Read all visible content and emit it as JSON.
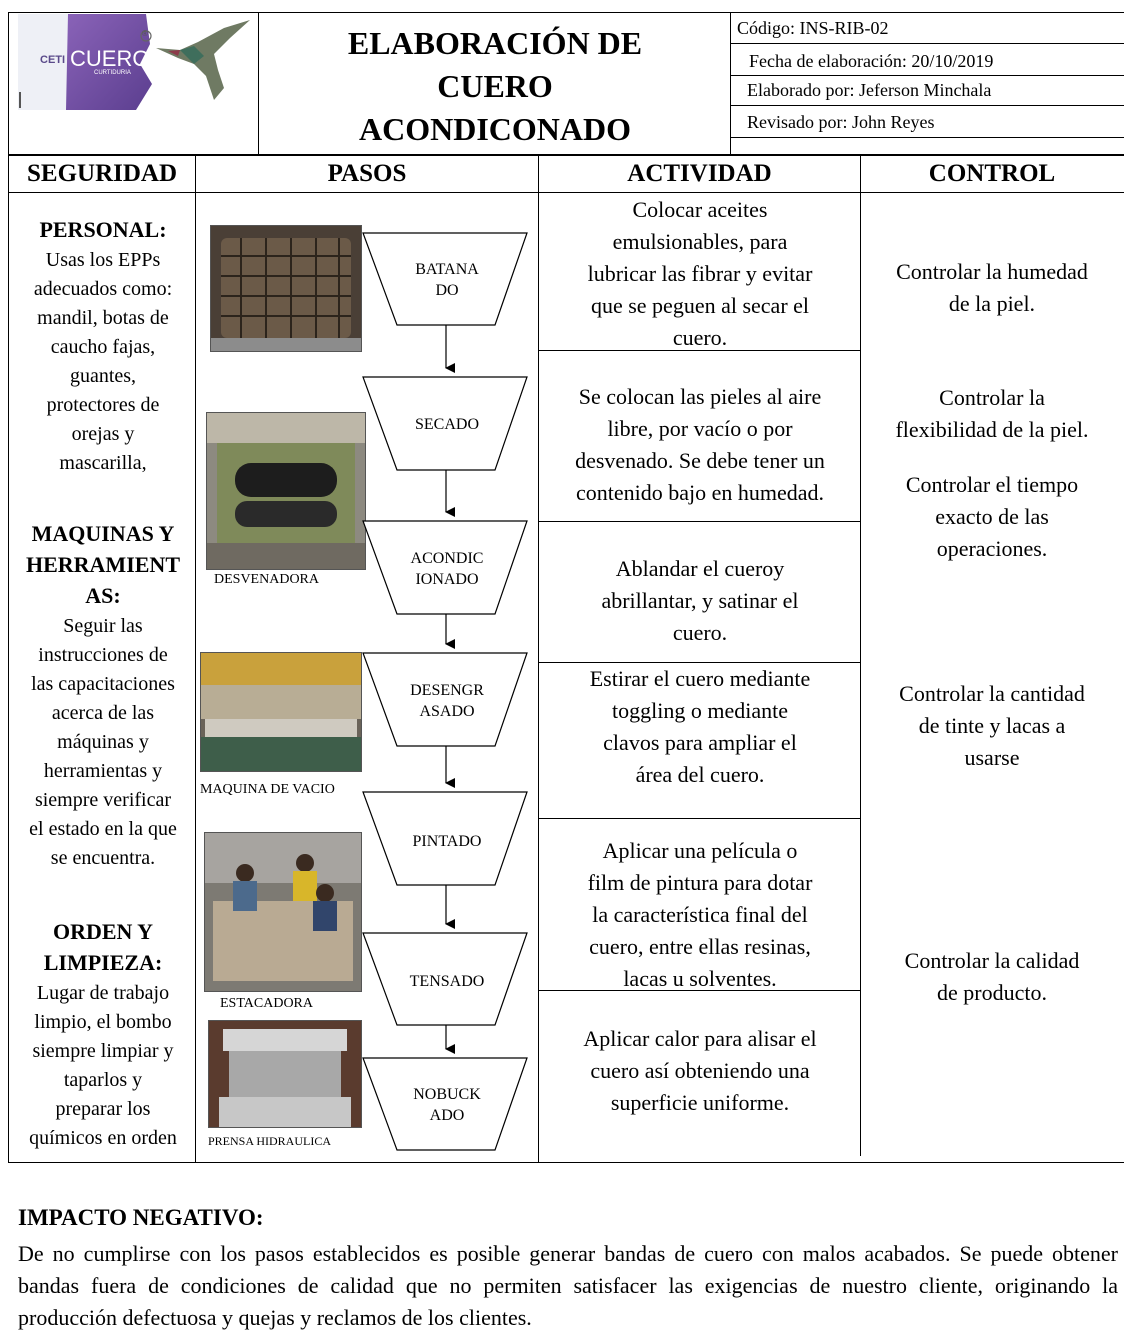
{
  "header": {
    "logo": {
      "brand_prefix": "CETI",
      "brand_main": "CUERO",
      "brand_sub": "CURTIDURIA",
      "registered": "®"
    },
    "title_lines": [
      "ELABORACIÓN DE",
      "CUERO",
      "ACONDICONADO"
    ],
    "codigo": "Código: INS-RIB-02",
    "fecha": "Fecha de elaboración: 20/10/2019",
    "elaborado": "Elaborado por: Jeferson Minchala",
    "revisado": "Revisado por: John Reyes"
  },
  "columns": {
    "seguridad": "SEGURIDAD",
    "pasos": "PASOS",
    "actividad": "ACTIVIDAD",
    "control": "CONTROL"
  },
  "seguridad": {
    "personal_title": "PERSONAL:",
    "personal_lines": [
      "Usas los EPPs",
      "adecuados como:",
      "mandil, botas de",
      "caucho fajas,",
      "guantes,",
      "protectores de",
      "orejas y",
      "mascarilla,"
    ],
    "maquinas_title_lines": [
      "MAQUINAS Y",
      "HERRAMIENT",
      "AS:"
    ],
    "maquinas_lines": [
      "Seguir las",
      "instrucciones de",
      "las capacitaciones",
      "acerca de las",
      "máquinas y",
      "herramientas y",
      "siempre verificar",
      "el estado en la que",
      "se encuentra."
    ],
    "orden_title_lines": [
      "ORDEN Y",
      "LIMPIEZA:"
    ],
    "orden_lines": [
      "Lugar de trabajo",
      "limpio, el bombo",
      "siempre limpiar y",
      "taparlos y",
      "preparar los",
      "químicos en orden"
    ]
  },
  "pasos": {
    "steps": [
      {
        "line1": "BATANA",
        "line2": "DO"
      },
      {
        "line1": "SECADO",
        "line2": ""
      },
      {
        "line1": "ACONDIC",
        "line2": "IONADO"
      },
      {
        "line1": "DESENGR",
        "line2": "ASADO"
      },
      {
        "line1": "PINTADO",
        "line2": ""
      },
      {
        "line1": "TENSADO",
        "line2": ""
      },
      {
        "line1": "NOBUCK",
        "line2": "ADO"
      }
    ],
    "captions": [
      "DESVENADORA",
      "MAQUINA DE VACIO",
      "ESTACADORA",
      "PRENSA HIDRAULICA"
    ]
  },
  "actividad": [
    [
      "Colocar aceites",
      "emulsionables, para",
      "lubricar las fibrar y evitar",
      "que se peguen al secar el",
      "cuero."
    ],
    [
      "Se colocan las pieles al aire",
      "libre, por vacío o por",
      "desvenado. Se debe tener un",
      "contenido bajo en humedad."
    ],
    [
      "Ablandar el cueroy",
      "abrillantar, y satinar el",
      "cuero."
    ],
    [
      "Estirar el cuero mediante",
      "toggling o mediante",
      "clavos para ampliar el",
      "área del cuero."
    ],
    [
      "Aplicar una película o",
      "film de pintura para dotar",
      "la característica final del",
      "cuero, entre ellas resinas,",
      "lacas u solventes."
    ],
    [
      "Aplicar calor para alisar el",
      "cuero así obteniendo una",
      "superficie uniforme."
    ]
  ],
  "control": [
    [
      "Controlar la humedad",
      "de la piel."
    ],
    [
      "Controlar la",
      "flexibilidad de la piel."
    ],
    [
      "Controlar el tiempo",
      "exacto de las",
      "operaciones."
    ],
    [
      "Controlar la cantidad",
      "de tinte y lacas a",
      "usarse"
    ],
    [
      "Controlar la calidad",
      "de producto."
    ]
  ],
  "footer": {
    "title": "IMPACTO NEGATIVO:",
    "text": "De no cumplirse con los pasos establecidos es posible generar bandas de cuero con malos acabados. Se puede obtener bandas fuera de condiciones de calidad que no permiten satisfacer las exigencias de nuestro cliente, originando la producción defectuosa y quejas y reclamos de los clientes."
  }
}
